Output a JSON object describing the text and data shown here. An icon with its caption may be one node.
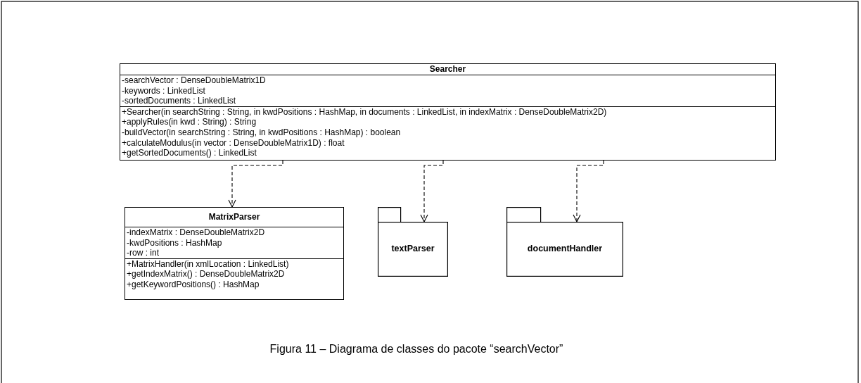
{
  "diagram": {
    "caption": "Figura 11 – Diagrama de classes do pacote “searchVector”",
    "nodes": [
      {
        "text": [
          "Searcher",
          "-searchVector : DenseDoubleMatrix1D",
          "-keywords : LinkedList",
          "-sortedDocuments : LinkedList",
          "+Searcher(in searchString : String, in kwdPositions : HashMap, in documents : LinkedList, in indexMatrix : DenseDoubleMatrix2D)",
          "+applyRules(in kwd : String) : String",
          "-buildVector(in searchString : String, in kwdPositions : HashMap) : boolean",
          "+calculateModulus(in vector : DenseDoubleMatrix1D) : float",
          "+getSortedDocuments() : LinkedList"
        ]
      },
      {
        "text": [
          "MatrixParser",
          "-indexMatrix : DenseDoubleMatrix2D",
          "-kwdPositions : HashMap",
          "-row : int",
          "+MatrixHandler(in xmlLocation : LinkedList)",
          "+getIndexMatrix() : DenseDoubleMatrix2D",
          "+getKeywordPositions() : HashMap"
        ]
      },
      {
        "text": [
          "textParser"
        ]
      },
      {
        "text": [
          "documentHandler"
        ]
      }
    ],
    "edges": [
      {
        "from": 0,
        "to": 1,
        "arrow": "to",
        "style": "dashed"
      },
      {
        "from": 0,
        "to": 2,
        "arrow": "to",
        "style": "dashed"
      },
      {
        "from": 0,
        "to": 3,
        "arrow": "to",
        "style": "dashed"
      }
    ]
  }
}
